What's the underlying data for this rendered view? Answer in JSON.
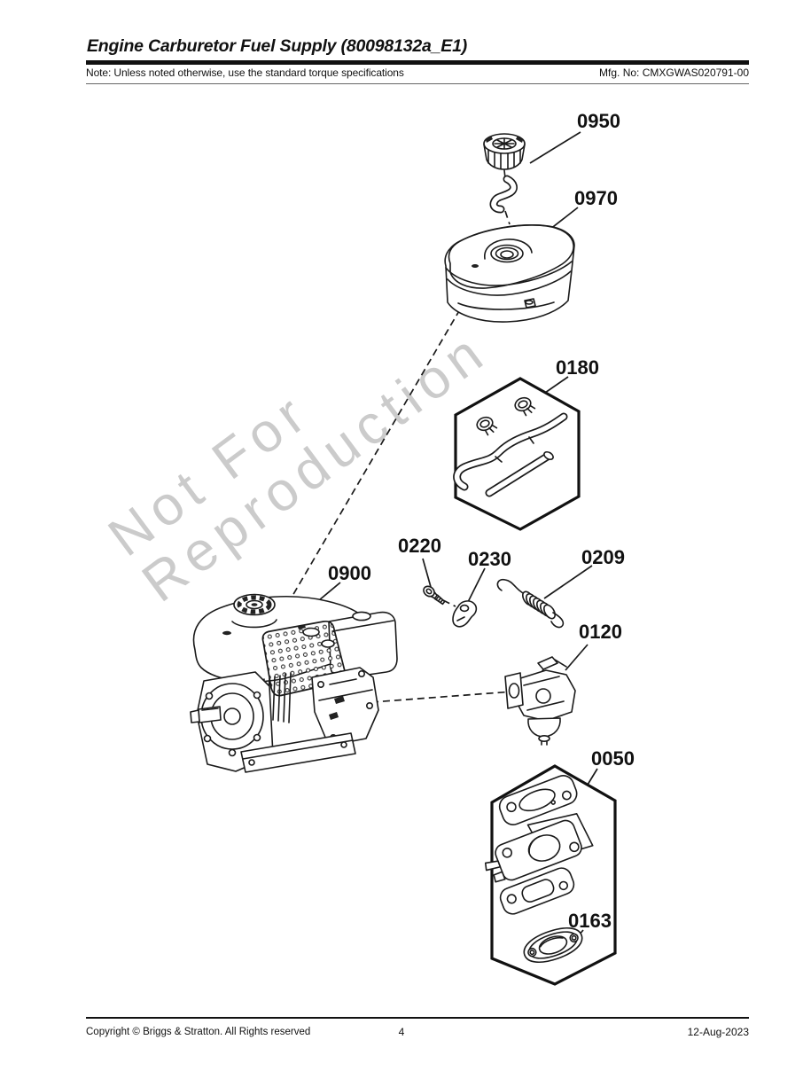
{
  "header": {
    "title": "Engine Carburetor Fuel Supply (80098132a_E1)",
    "note": "Note: Unless noted otherwise, use the standard torque specifications",
    "mfg_no": "Mfg. No: CMXGWAS020791-00"
  },
  "watermark": {
    "line1": "Not For",
    "line2": "Reproduction"
  },
  "callouts": {
    "c0950": "0950",
    "c0970": "0970",
    "c0180": "0180",
    "c0220": "0220",
    "c0230": "0230",
    "c0209": "0209",
    "c0900": "0900",
    "c0120": "0120",
    "c0050": "0050",
    "c0163": "0163"
  },
  "footer": {
    "copyright": "Copyright © Briggs & Stratton. All Rights reserved",
    "page_number": "4",
    "date": "12-Aug-2023"
  }
}
